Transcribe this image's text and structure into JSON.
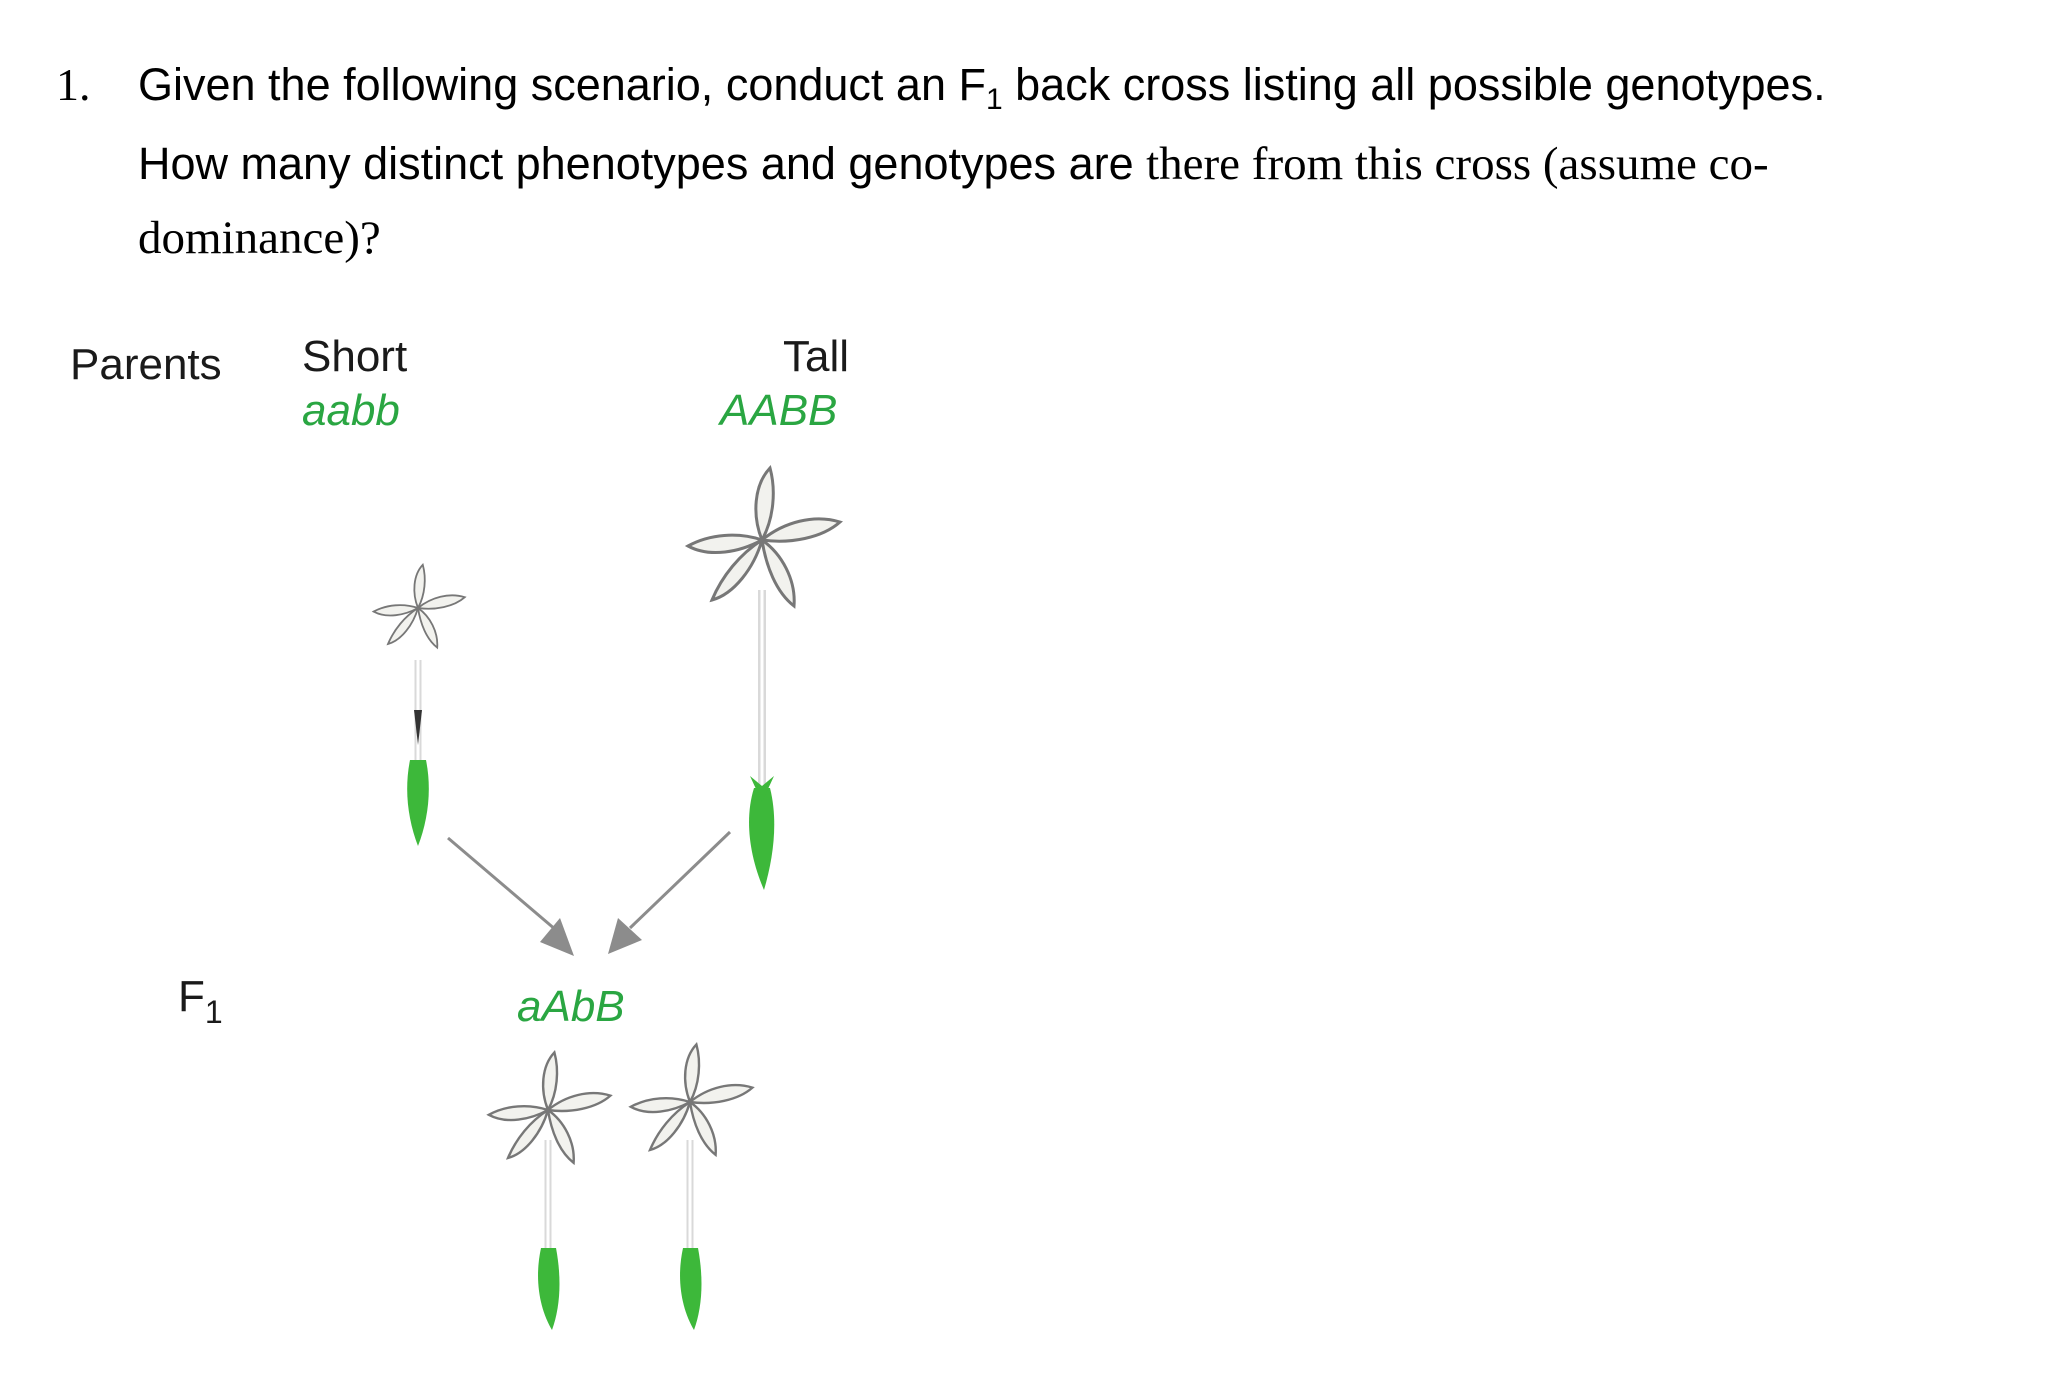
{
  "question": {
    "number": "1.",
    "line1_before": "Given the following scenario, conduct an F",
    "line1_sub": "1",
    "line1_after": " back cross listing all possible genotypes.",
    "line2_sans": "How many distinct phenotypes and genotypes are ",
    "line2_serif": "there from this cross (assume co-",
    "line3_serif": "dominance)?"
  },
  "figure": {
    "row_parents_label": "Parents",
    "row_f1_label": "F",
    "row_f1_sub": "1",
    "parent_short": {
      "phenotype": "Short",
      "genotype": "aabb",
      "icon": "short-flower-icon"
    },
    "parent_tall": {
      "phenotype": "Tall",
      "genotype": "AABB",
      "icon": "tall-flower-icon"
    },
    "f1": {
      "genotype": "aAbB",
      "icon": "f1-flower-icon",
      "count": 2
    },
    "colors": {
      "genotype": "#2aa642",
      "arrow": "#8c8c8c",
      "stem_green": "#3db83a"
    }
  }
}
